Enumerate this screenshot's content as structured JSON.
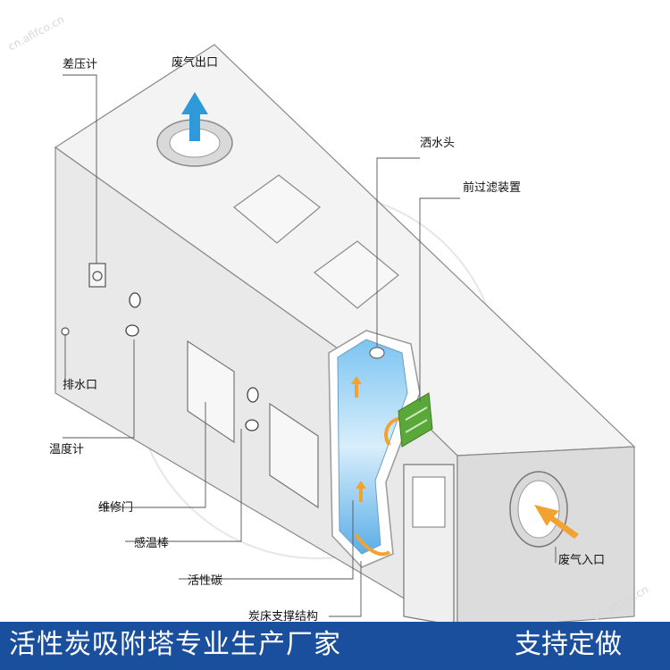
{
  "labels": {
    "diff_pressure": "差压计",
    "exhaust_out": "废气出口",
    "sprinkler": "洒水头",
    "prefilter": "前过滤装置",
    "drain": "排水口",
    "thermometer": "温度计",
    "access_door": "维修门",
    "temp_sensor": "感温棒",
    "activated_carbon": "活性碳",
    "carbon_support": "炭床支撑结构",
    "exhaust_in": "废气入口"
  },
  "banner": {
    "title": "活性炭吸附塔专业生产厂家",
    "custom": "支持定做"
  },
  "watermark": "cn.afifco.cn",
  "colors": {
    "banner": "#1a4f9e",
    "arrow_out": "#2f9ad9",
    "arrow_in": "#f2a230",
    "carbon_bed": "#5aaee8",
    "prefilter": "#5aa83a"
  }
}
